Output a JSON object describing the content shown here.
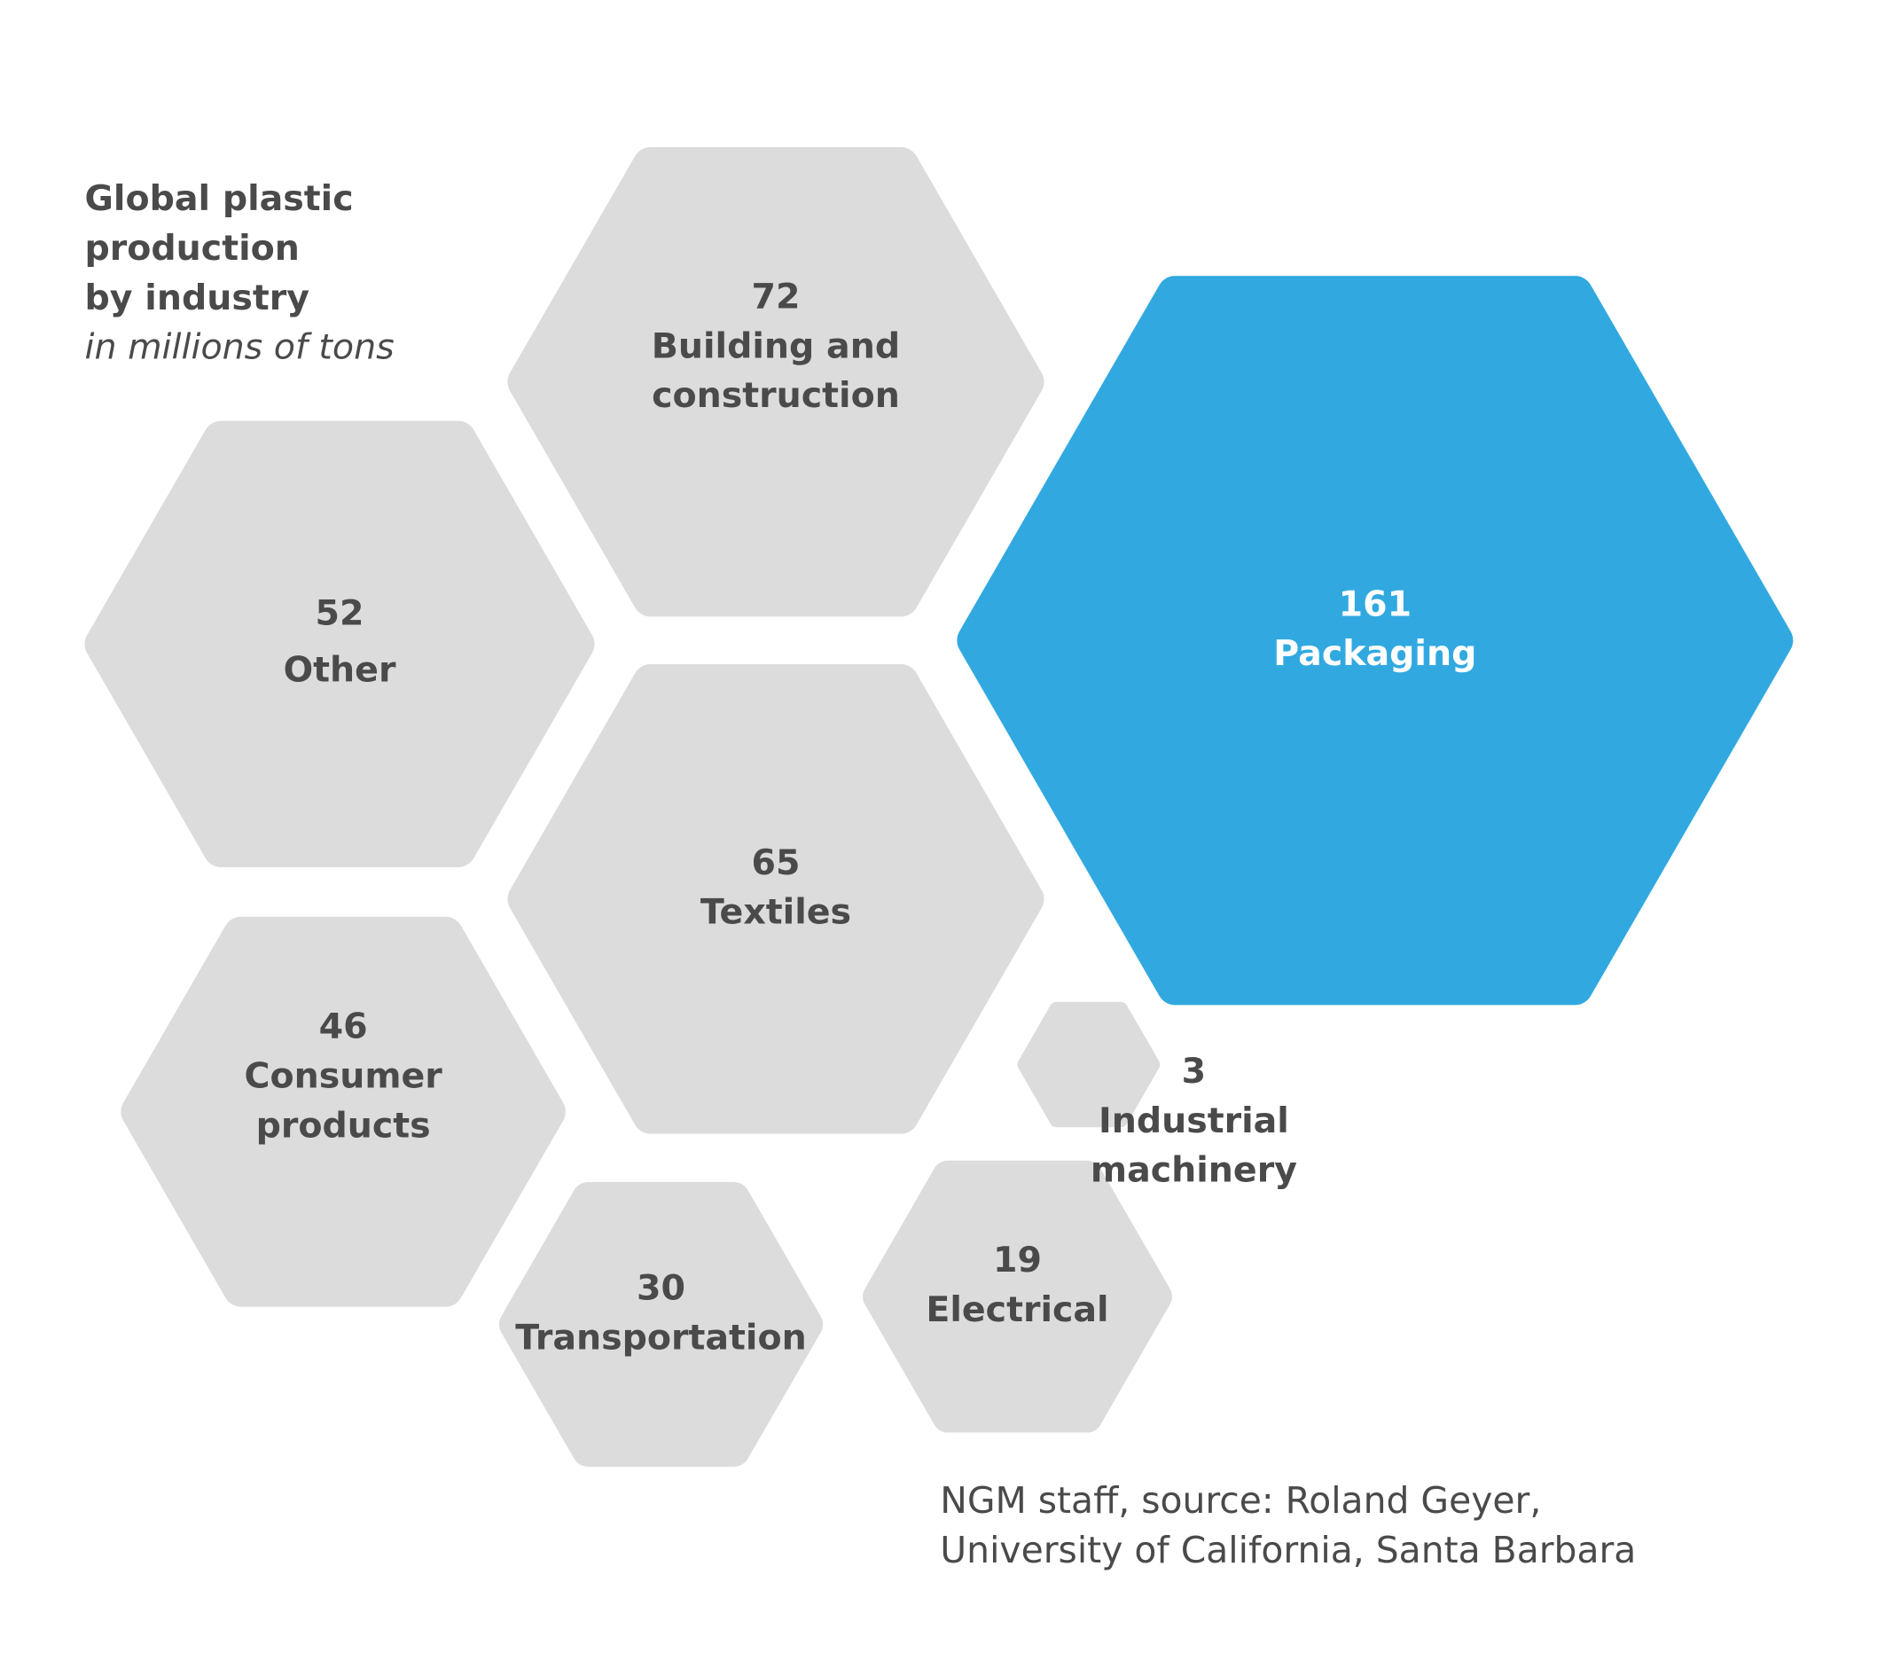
{
  "chart_data": {
    "type": "hexagon-bubble",
    "title": [
      "Global plastic",
      "production",
      "by industry"
    ],
    "subtitle": "in millions of tons",
    "unit": "millions of tons",
    "items": [
      {
        "id": "building",
        "value": 72,
        "value_label": "72",
        "label": [
          "Building and",
          "construction"
        ],
        "highlight": false
      },
      {
        "id": "packaging",
        "value": 161,
        "value_label": "161",
        "label": [
          "Packaging"
        ],
        "highlight": true
      },
      {
        "id": "other",
        "value": 52,
        "value_label": "52",
        "label": [
          "Other"
        ],
        "highlight": false
      },
      {
        "id": "textiles",
        "value": 65,
        "value_label": "65",
        "label": [
          "Textiles"
        ],
        "highlight": false
      },
      {
        "id": "consumer",
        "value": 46,
        "value_label": "46",
        "label": [
          "Consumer",
          "products"
        ],
        "highlight": false
      },
      {
        "id": "transportation",
        "value": 30,
        "value_label": "30",
        "label": [
          "Transportation"
        ],
        "highlight": false
      },
      {
        "id": "electrical",
        "value": 19,
        "value_label": "19",
        "label": [
          "Electrical"
        ],
        "highlight": false
      },
      {
        "id": "industrial",
        "value": 3,
        "value_label": "3",
        "label": [
          "Industrial",
          "machinery"
        ],
        "highlight": false
      }
    ],
    "colors": {
      "default": "#dcdcdc",
      "highlight": "#31a9e0",
      "text": "#4a4a4a",
      "highlight_text": "#ffffff"
    }
  },
  "source": [
    "NGM staff, source: Roland Geyer,",
    "University of California, Santa Barbara"
  ]
}
